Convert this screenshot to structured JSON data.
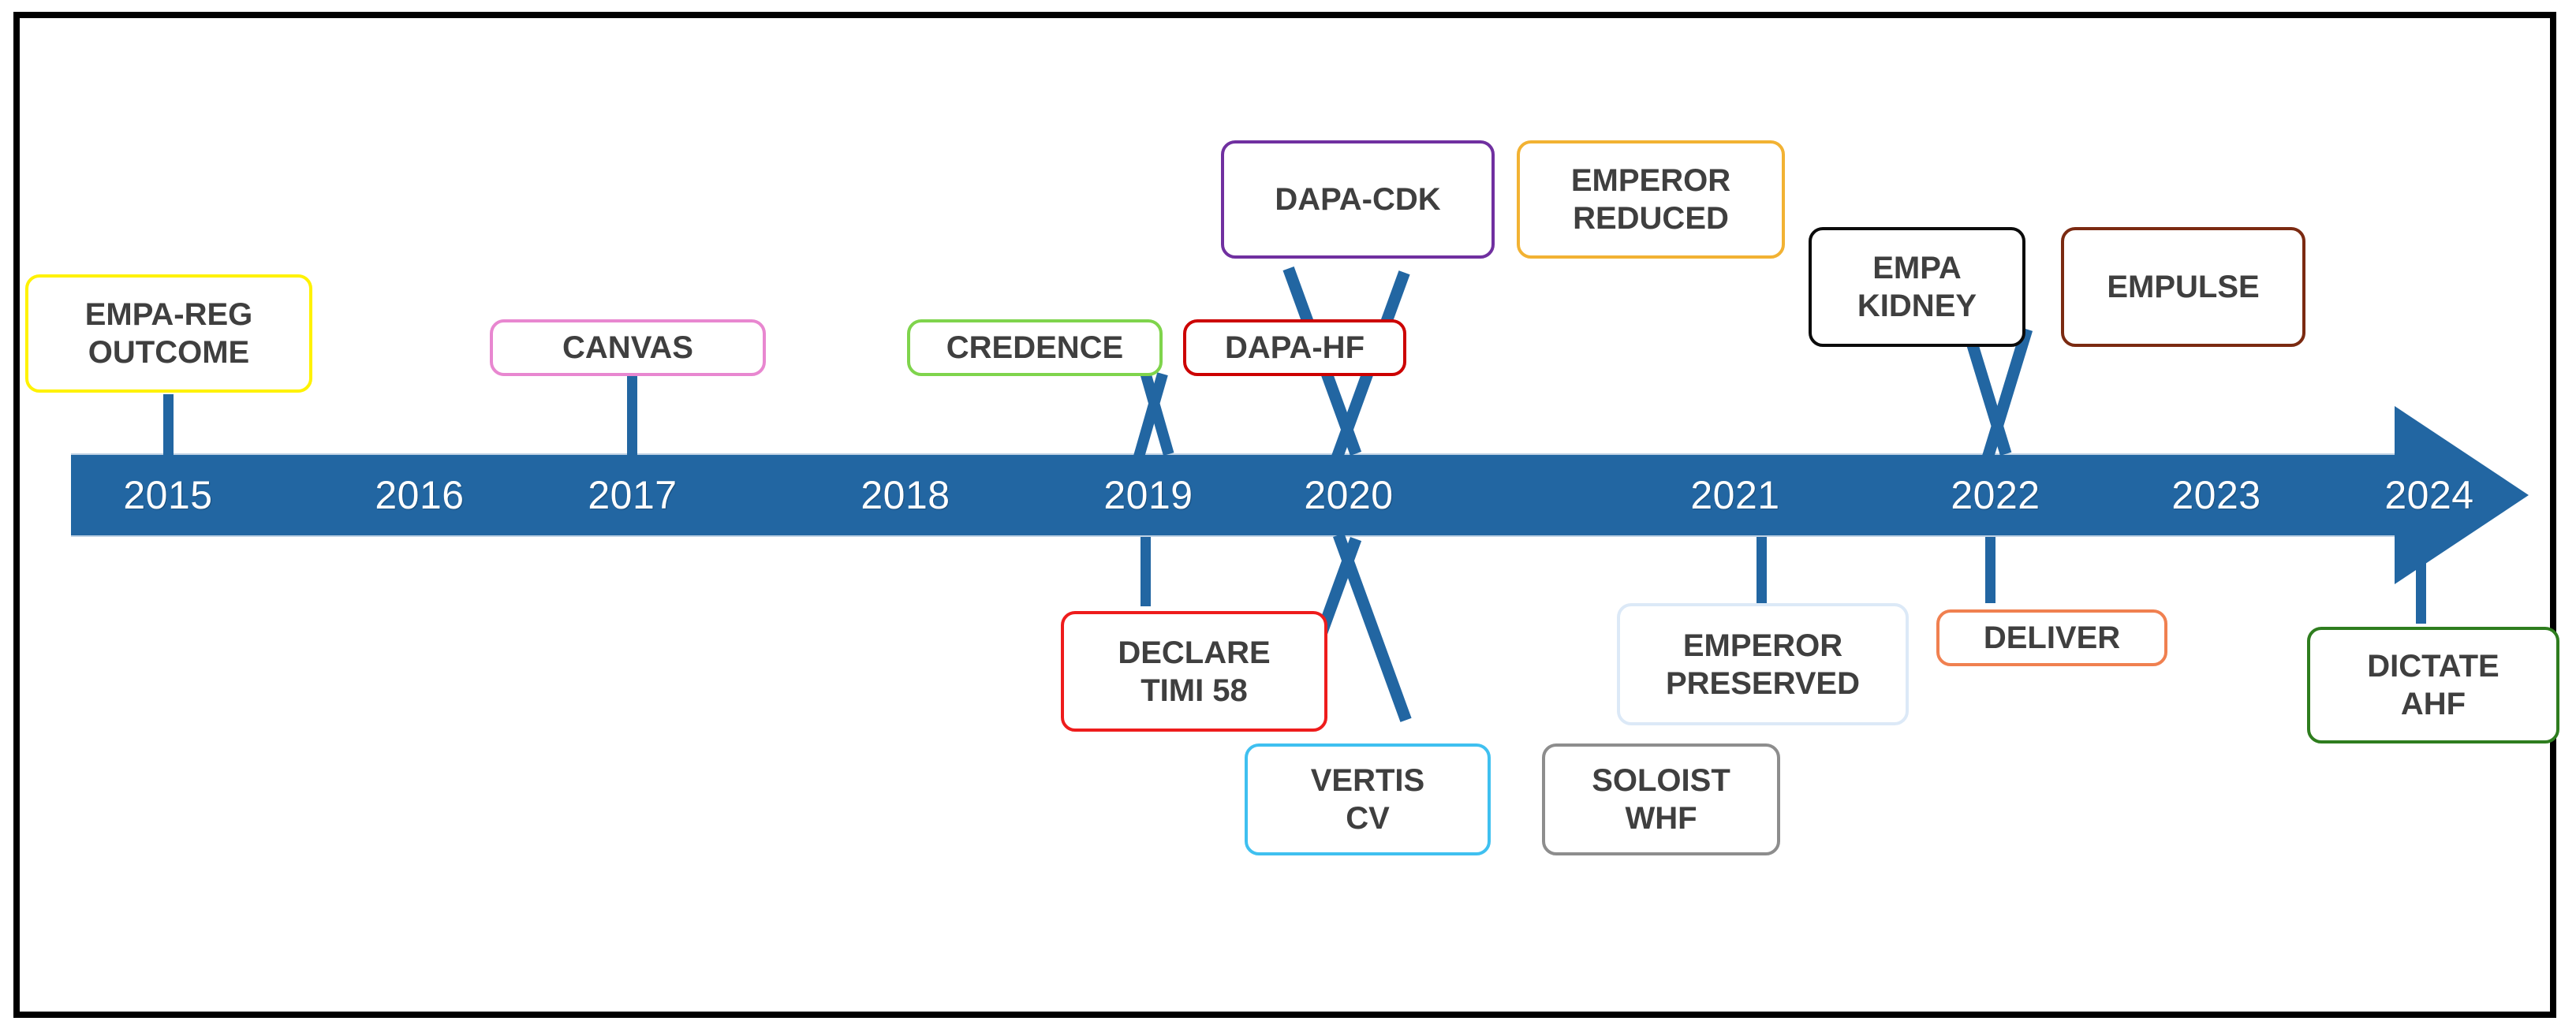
{
  "figure": {
    "type": "timeline",
    "title": "SGLT2 inhibitor cardiovascular and renal outcome trials timeline",
    "axis_color": "#2266A2",
    "axis_orientation": "horizontal-arrow-right"
  },
  "timeline": {
    "years": [
      "2015",
      "2016",
      "2017",
      "2018",
      "2019",
      "2020",
      "2021",
      "2022",
      "2023",
      "2024"
    ]
  },
  "chart_data": {
    "type": "timeline",
    "title": "Landmark SGLT2 inhibitor trials 2015-2024",
    "categories": [
      "2015",
      "2016",
      "2017",
      "2018",
      "2019",
      "2020",
      "2021",
      "2022",
      "2023",
      "2024"
    ],
    "events": [
      {
        "label": "EMPA-REG OUTCOME",
        "year": "2015",
        "side": "above",
        "color": "#FFF200"
      },
      {
        "label": "CANVAS",
        "year": "2017",
        "side": "above",
        "color": "#E887D0"
      },
      {
        "label": "CREDENCE",
        "year": "2019",
        "side": "above",
        "color": "#7FD44C"
      },
      {
        "label": "DAPA-HF",
        "year": "2019",
        "side": "above",
        "color": "#CC0000"
      },
      {
        "label": "DECLARE TIMI 58",
        "year": "2019",
        "side": "below",
        "color": "#EE1C1C"
      },
      {
        "label": "DAPA-CDK",
        "year": "2020",
        "side": "above",
        "color": "#7030A0"
      },
      {
        "label": "EMPEROR REDUCED",
        "year": "2020",
        "side": "above",
        "color": "#F2B233"
      },
      {
        "label": "VERTIS CV",
        "year": "2020",
        "side": "below",
        "color": "#3FC0F0"
      },
      {
        "label": "SOLOIST WHF",
        "year": "2020",
        "side": "below",
        "color": "#8D8D8D"
      },
      {
        "label": "EMPEROR PRESERVED",
        "year": "2021",
        "side": "below",
        "color": "#DCE9F7"
      },
      {
        "label": "EMPA KIDNEY",
        "year": "2022",
        "side": "above",
        "color": "#0B0B0B"
      },
      {
        "label": "EMPULSE",
        "year": "2022",
        "side": "above",
        "color": "#7B2A11"
      },
      {
        "label": "DELIVER",
        "year": "2022",
        "side": "below",
        "color": "#F08050"
      },
      {
        "label": "DICTATE AHF",
        "year": "2024",
        "side": "below",
        "color": "#2E7D1E"
      }
    ]
  },
  "boxes": {
    "empa_reg_outcome": {
      "line1": "EMPA-REG",
      "line2": "OUTCOME",
      "color": "#FFF200"
    },
    "canvas": {
      "line1": "CANVAS",
      "color": "#E887D0"
    },
    "credence": {
      "line1": "CREDENCE",
      "color": "#7FD44C"
    },
    "dapa_hf": {
      "line1": "DAPA-HF",
      "color": "#CC0000"
    },
    "dapa_cdk": {
      "line1": "DAPA-CDK",
      "color": "#7030A0"
    },
    "emperor_reduced": {
      "line1": "EMPEROR",
      "line2": "REDUCED",
      "color": "#F2B233"
    },
    "empa_kidney": {
      "line1": "EMPA",
      "line2": "KIDNEY",
      "color": "#0B0B0B"
    },
    "empulse": {
      "line1": "EMPULSE",
      "color": "#7B2A11"
    },
    "declare_timi_58": {
      "line1": "DECLARE",
      "line2": "TIMI 58",
      "color": "#EE1C1C"
    },
    "vertis_cv": {
      "line1": "VERTIS",
      "line2": "CV",
      "color": "#3FC0F0"
    },
    "soloist_whf": {
      "line1": "SOLOIST",
      "line2": "WHF",
      "color": "#8D8D8D"
    },
    "emperor_preserved": {
      "line1": "EMPEROR",
      "line2": "PRESERVED",
      "color": "#DCE9F7"
    },
    "deliver": {
      "line1": "DELIVER",
      "color": "#F08050"
    },
    "dictate_ahf": {
      "line1": "DICTATE",
      "line2": "AHF",
      "color": "#2E7D1E"
    }
  }
}
